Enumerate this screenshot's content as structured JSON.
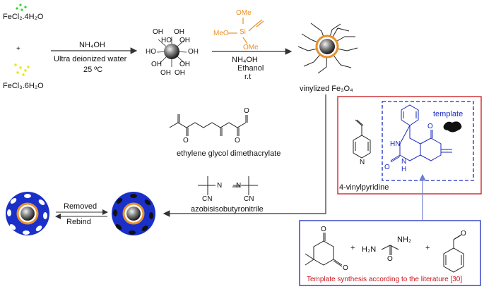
{
  "reactants": {
    "fecl2": "FeCl₂.4H₂O",
    "plus": "+",
    "fecl3": "FeCl₃.6H₂O"
  },
  "step1": {
    "reagent": "NH₄OH",
    "solvent": "Ultra deionized water",
    "temp": "25 ºC"
  },
  "hydroxyl": {
    "oh": "OH",
    "ho": "HO"
  },
  "silane": {
    "ome": "OMe",
    "meo": "MeO",
    "si": "Si"
  },
  "step2": {
    "reagent": "NH₄OH",
    "solvent": "Ethanol",
    "temp": "r.t"
  },
  "product_label": "vinylized Fe₃O₄",
  "crosslinker_label": "ethylene glycol dimethacrylate",
  "initiator": {
    "label": "azobisisobutyronitrile",
    "cn": "CN",
    "n": "N"
  },
  "monomer_label": "4-vinylpyridine",
  "template_label": "template",
  "template_atoms": {
    "hn": "HN",
    "nh": "N",
    "h": "H",
    "o": "O"
  },
  "rebind": {
    "removed": "Removed",
    "rebind": "Rebind"
  },
  "synthesis": {
    "plus": "+",
    "amine": "NH₂",
    "h2n": "H₂N",
    "o": "O",
    "caption": "Template synthesis according to the literature [30]"
  },
  "colors": {
    "red_frame": "#c8171d",
    "blue_frame": "#1a2bbf",
    "orange": "#e8902a",
    "silane": "#e8902a"
  }
}
